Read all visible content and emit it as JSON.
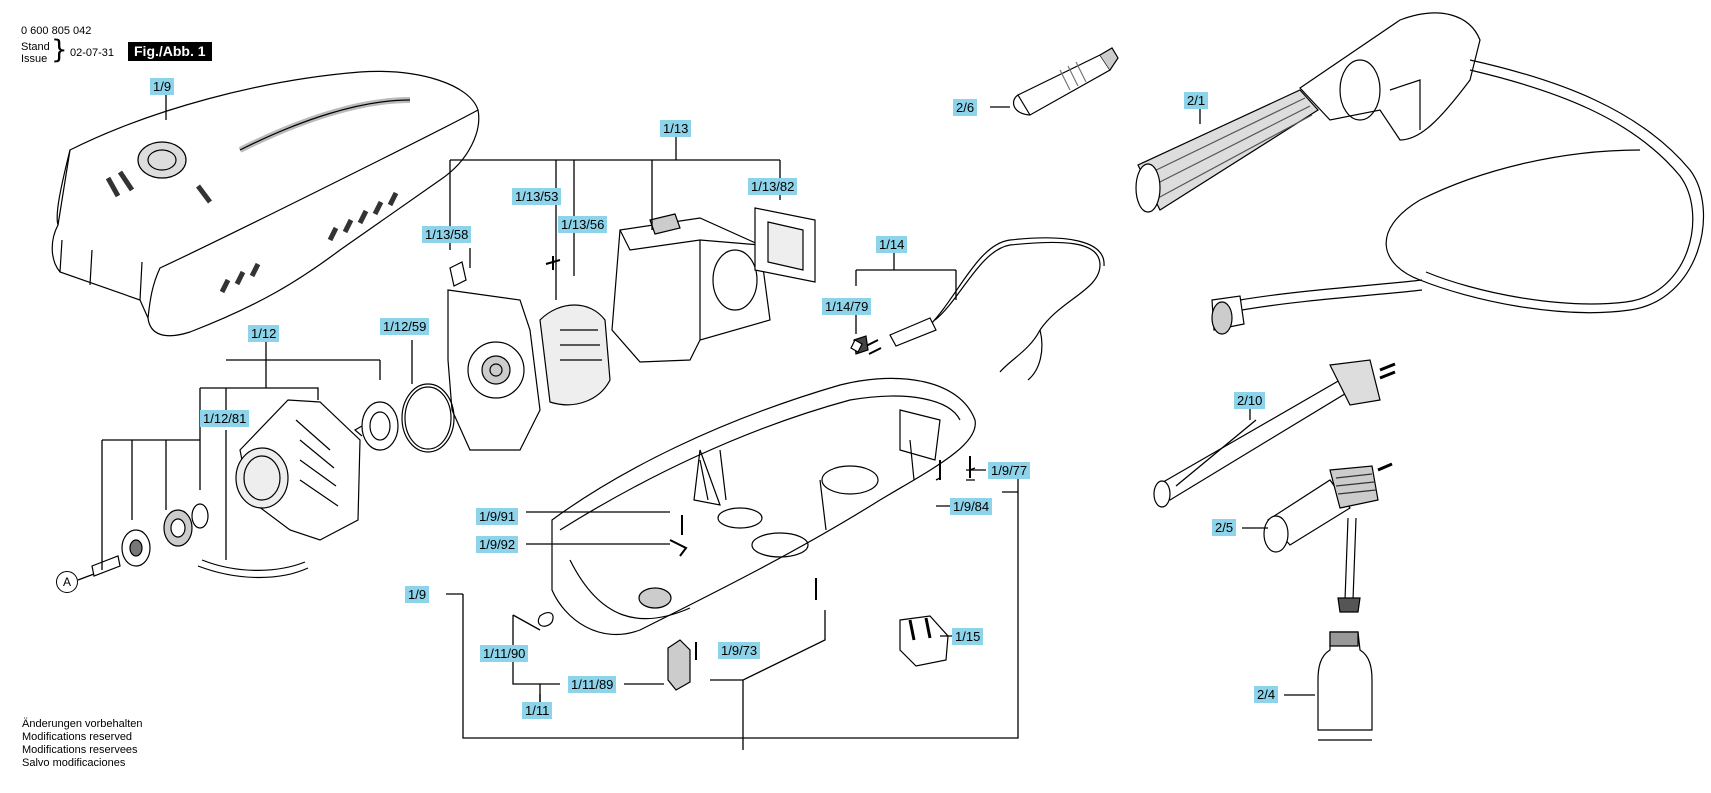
{
  "header": {
    "doc_number": "0 600 805 042",
    "stand_label": "Stand",
    "issue_label": "Issue",
    "date": "02-07-31",
    "figure": "Fig./Abb. 1"
  },
  "footer": {
    "lines": [
      "Änderungen vorbehalten",
      "Modifications reserved",
      "Modifications reservees",
      "Salvo modificaciones"
    ]
  },
  "parts": {
    "p1_9_top": "1/9",
    "p1_13": "1/13",
    "p1_13_82": "1/13/82",
    "p1_13_53": "1/13/53",
    "p1_13_56": "1/13/56",
    "p1_13_58": "1/13/58",
    "p1_14": "1/14",
    "p1_14_79": "1/14/79",
    "p1_12": "1/12",
    "p1_12_59": "1/12/59",
    "p1_12_81": "1/12/81",
    "p1_9_77": "1/9/77",
    "p1_9_84": "1/9/84",
    "p1_9_91": "1/9/91",
    "p1_9_92": "1/9/92",
    "p1_9_left": "1/9",
    "p1_11_90": "1/11/90",
    "p1_11_89": "1/11/89",
    "p1_11": "1/11",
    "p1_9_73": "1/9/73",
    "p1_15": "1/15",
    "p2_6": "2/6",
    "p2_1": "2/1",
    "p2_10": "2/10",
    "p2_5": "2/5",
    "p2_4": "2/4",
    "callout_a": "A"
  }
}
